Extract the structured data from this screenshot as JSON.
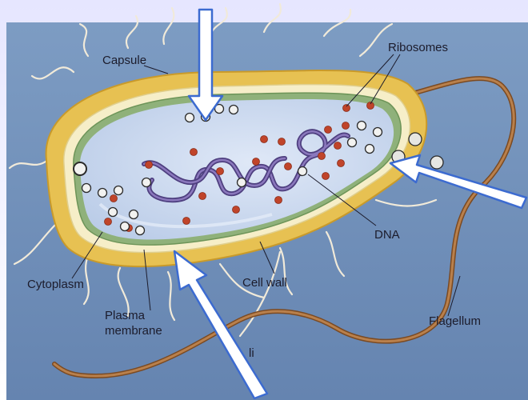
{
  "diagram": {
    "labels": {
      "capsule": "Capsule",
      "ribosomes": "Ribosomes",
      "dna": "DNA",
      "cytoplasm": "Cytoplasm",
      "cell_wall": "Cell wall",
      "plasma_membrane_line1": "Plasma",
      "plasma_membrane_line2": "membrane",
      "flagellum": "Flagellum",
      "pili_fragment": "li"
    },
    "colors": {
      "background_top": "#e6e6ff",
      "panel": "#6f8fb7",
      "capsule": "#e9c55a",
      "cell_wall": "#f7f0c6",
      "membrane": "#8fb17a",
      "cytoplasm": "#c7d5ec",
      "dna": "#6e5a9c",
      "ribosome": "#c84a2a",
      "flagellum": "#a56b3a",
      "arrow": "#ffffff",
      "arrow_outline": "#3c6bd0"
    }
  }
}
